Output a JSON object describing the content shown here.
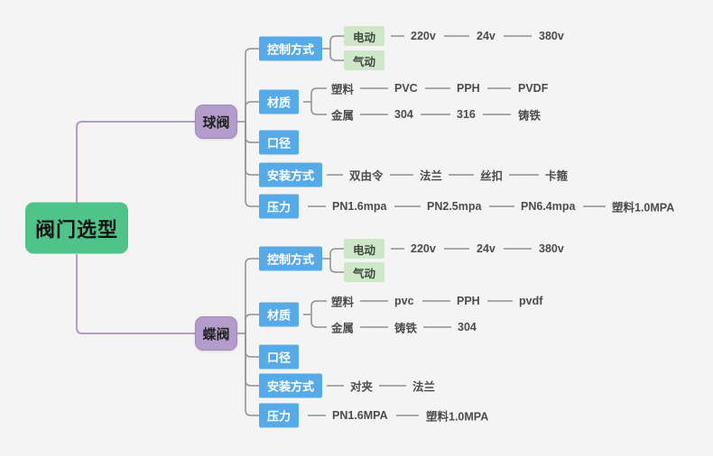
{
  "root": {
    "label": "阀门选型"
  },
  "ball": {
    "label": "球阀",
    "control": {
      "label": "控制方式",
      "electric": "电动",
      "pneumatic": "气动",
      "voltages": [
        "220v",
        "24v",
        "380v"
      ]
    },
    "material": {
      "label": "材质",
      "plastic": "塑料",
      "plastic_chain": [
        "PVC",
        "PPH",
        "PVDF"
      ],
      "metal": "金属",
      "metal_chain": [
        "304",
        "316",
        "铸铁"
      ]
    },
    "diameter": {
      "label": "口径"
    },
    "install": {
      "label": "安装方式",
      "chain": [
        "双由令",
        "法兰",
        "丝扣",
        "卡箍"
      ]
    },
    "pressure": {
      "label": "压力",
      "chain": [
        "PN1.6mpa",
        "PN2.5mpa",
        "PN6.4mpa",
        "塑料1.0MPA"
      ]
    }
  },
  "butterfly": {
    "label": "蝶阀",
    "control": {
      "label": "控制方式",
      "electric": "电动",
      "pneumatic": "气动",
      "voltages": [
        "220v",
        "24v",
        "380v"
      ]
    },
    "material": {
      "label": "材质",
      "plastic": "塑料",
      "plastic_chain": [
        "pvc",
        "PPH",
        "pvdf"
      ],
      "metal": "金属",
      "metal_chain": [
        "铸铁",
        "304"
      ]
    },
    "diameter": {
      "label": "口径"
    },
    "install": {
      "label": "安装方式",
      "chain": [
        "对夹",
        "法兰"
      ]
    },
    "pressure": {
      "label": "压力",
      "chain": [
        "PN1.6MPA",
        "塑料1.0MPA"
      ]
    }
  },
  "colors": {
    "background": "#f4f4f5",
    "root_bg": "#4fc389",
    "branch_bg": "#b49cca",
    "topic_bg": "#57aae8",
    "subtopic_bg": "#cfe7c9",
    "line": "#8f8f8f",
    "branch_line": "#b49cca"
  }
}
